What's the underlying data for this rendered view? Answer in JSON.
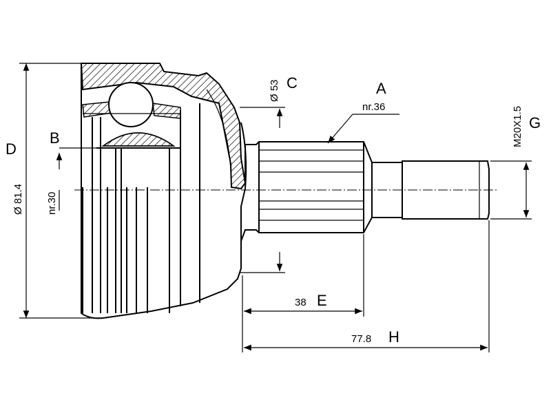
{
  "labels": {
    "A": "A",
    "B": "B",
    "C": "C",
    "D": "D",
    "E": "E",
    "G": "G",
    "H": "H"
  },
  "dimensions": {
    "D": "Ø 81.4",
    "B": "nr.30",
    "C": "Ø 53",
    "A": "nr.36",
    "G": "M20X1.5",
    "E": "38",
    "H": "77.8"
  }
}
